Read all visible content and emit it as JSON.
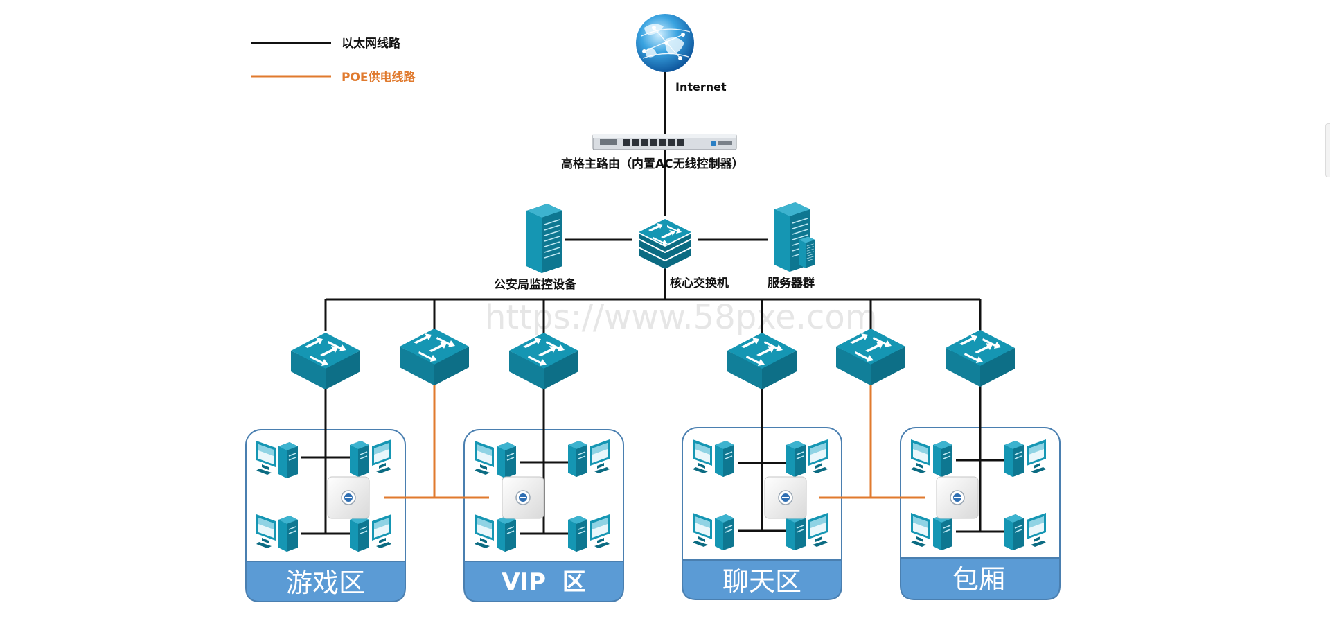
{
  "legend": {
    "ethernet_label": "以太网线路",
    "poe_label": "POE供电线路",
    "ethernet_color": "#111111",
    "poe_color": "#e07a2e"
  },
  "colors": {
    "device_teal": "#1187a3",
    "device_teal_dark": "#0b6b82",
    "zone_border": "#4a7fb0",
    "zone_label_fill": "#5b9bd5"
  },
  "nodes": {
    "internet_label": "Internet",
    "router_label": "高格主路由（内置AC无线控制器）",
    "core_switch_label": "核心交换机",
    "police_monitor_label": "公安局监控设备",
    "server_cluster_label": "服务器群"
  },
  "zones": [
    {
      "name": "游戏区"
    },
    {
      "name": "VIP  区"
    },
    {
      "name": "聊天区"
    },
    {
      "name": "包厢"
    }
  ],
  "watermark": "https://www.58pxe.com",
  "icons": {
    "internet": "globe-icon",
    "router": "router-icon",
    "switch": "switch-icon",
    "server": "server-icon",
    "pc": "pc-icon",
    "ap": "wireless-ap-icon"
  }
}
